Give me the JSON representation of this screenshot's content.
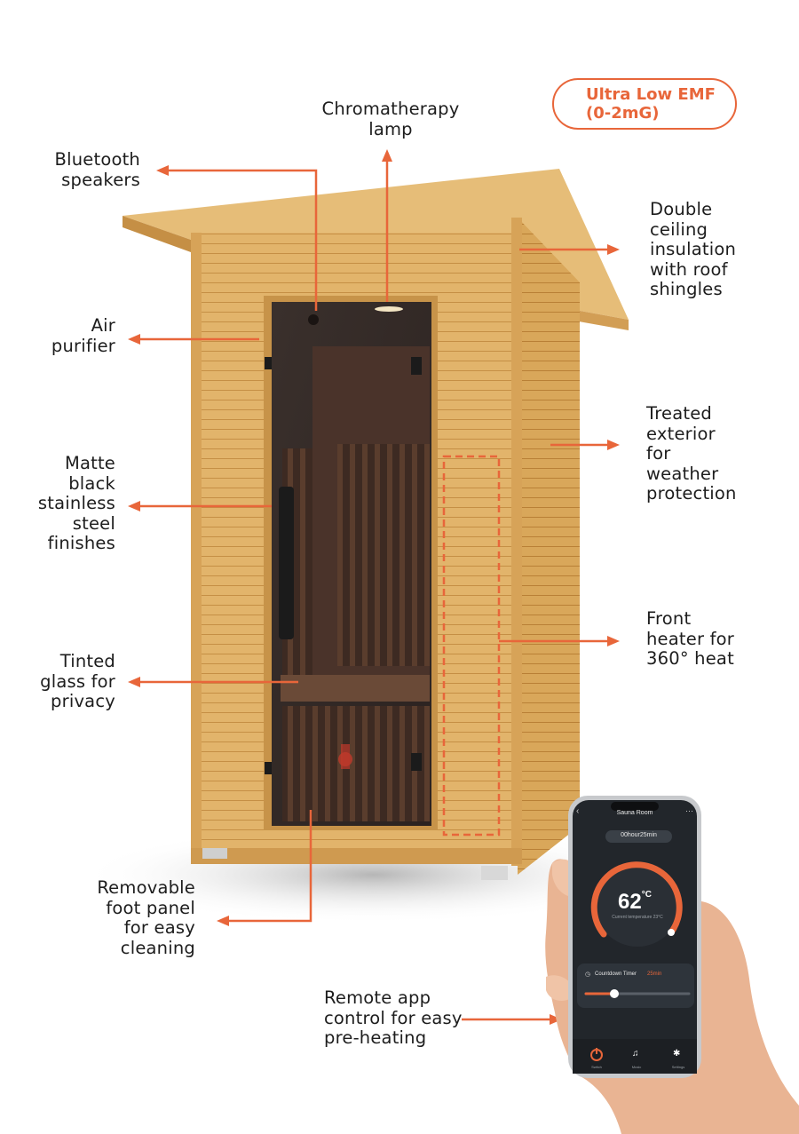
{
  "colors": {
    "accent": "#e8663a",
    "wood": "#e2b46b",
    "wood_dark": "#c9954a",
    "glass": "#3b2f2c",
    "phone_bg": "#22262b"
  },
  "badge": {
    "line1": "Ultra Low EMF",
    "line2": "(0-2mG)"
  },
  "features": {
    "chromatherapy": [
      "Chromatherapy",
      "lamp"
    ],
    "bluetooth": [
      "Bluetooth",
      "speakers"
    ],
    "roof": [
      "Double",
      "ceiling",
      "insulation",
      "with roof",
      "shingles"
    ],
    "air": [
      "Air",
      "purifier"
    ],
    "exterior": [
      "Treated",
      "exterior",
      "for",
      "weather",
      "protection"
    ],
    "matte": [
      "Matte",
      "black",
      "stainless",
      "steel",
      "finishes"
    ],
    "heater": [
      "Front",
      "heater for",
      "360° heat"
    ],
    "glass": [
      "Tinted",
      "glass for",
      "privacy"
    ],
    "foot": [
      "Removable",
      "foot panel",
      "for easy",
      "cleaning"
    ],
    "remote": [
      "Remote app",
      "control for easy",
      "pre-heating"
    ]
  },
  "app": {
    "title": "Sauna Room",
    "timer_chip": "00hour25min",
    "temperature": "62",
    "temperature_unit": "°C",
    "current_temp_label": "Current temperature 23°C",
    "countdown_label": "Countdown Timer",
    "countdown_value": "25min",
    "nav": [
      "Switch",
      "Music",
      "Settings"
    ],
    "icons": [
      "back-icon",
      "more-icon",
      "clock-icon",
      "power-icon",
      "music-icon",
      "gear-icon"
    ]
  }
}
